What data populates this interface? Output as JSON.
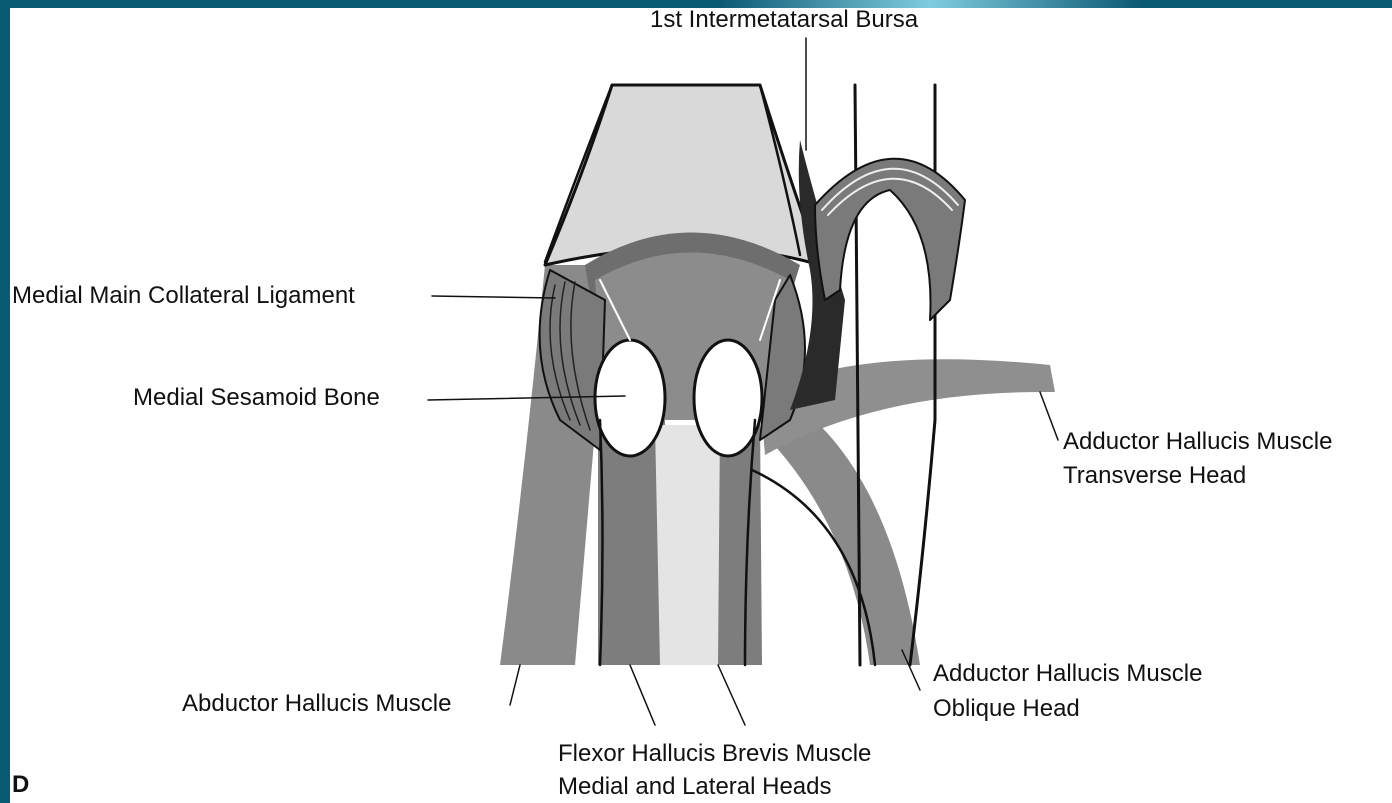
{
  "labels": {
    "bursa": "1st Intermetatarsal Bursa",
    "collateral": "Medial Main Collateral Ligament",
    "sesamoid": "Medial Sesamoid Bone",
    "adductor_transverse_1": "Adductor Hallucis Muscle",
    "adductor_transverse_2": "Transverse Head",
    "abductor": "Abductor Hallucis Muscle",
    "adductor_oblique_1": "Adductor Hallucis Muscle",
    "adductor_oblique_2": "Oblique Head",
    "flexor_1": "Flexor Hallucis Brevis Muscle",
    "flexor_2": "Medial and Lateral Heads",
    "panel_letter": "D"
  },
  "colors": {
    "frame": "#0b5a74",
    "muscle": "#8a8a8a",
    "bone": "#d9d9d9",
    "cartilage": "#6e6e6e",
    "bursa": "#2a2a2a",
    "outline": "#111111"
  }
}
